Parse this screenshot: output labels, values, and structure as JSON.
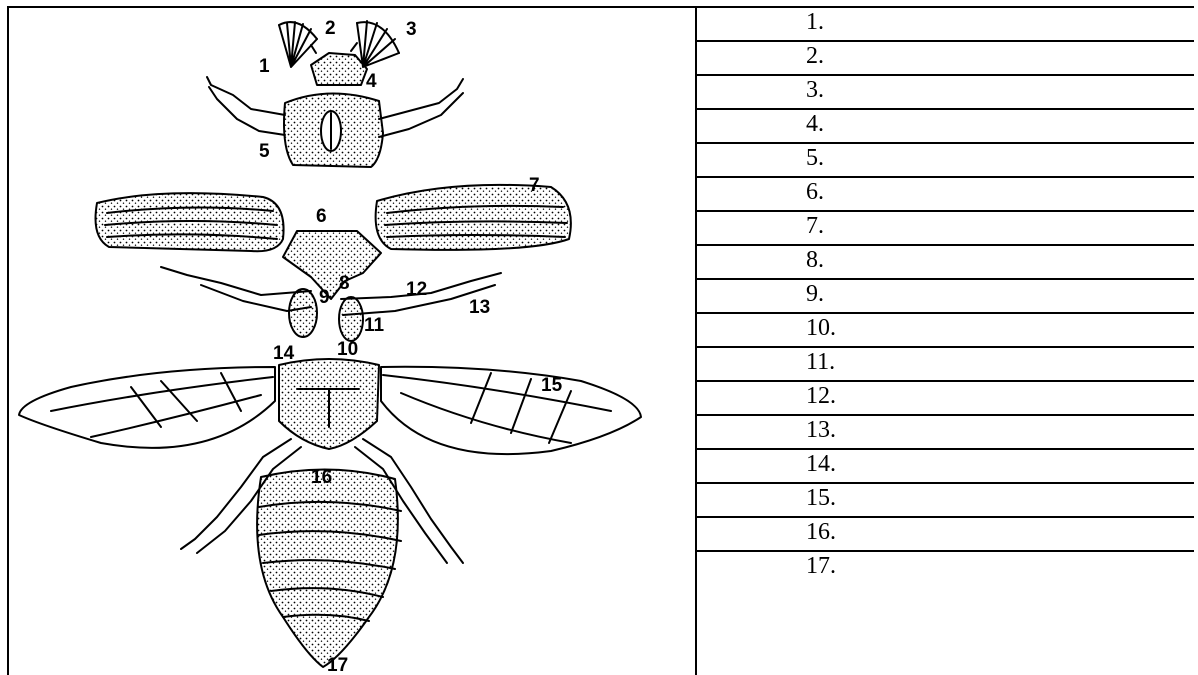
{
  "figure": {
    "icon": "beetle-dissection-icon",
    "labels": [
      "1",
      "2",
      "3",
      "4",
      "5",
      "6",
      "7",
      "8",
      "9",
      "10",
      "11",
      "12",
      "13",
      "14",
      "15",
      "16",
      "17"
    ]
  },
  "answer_rows": [
    "1.",
    "2.",
    "3.",
    "4.",
    "5.",
    "6.",
    "7.",
    "8.",
    "9.",
    "10.",
    "11.",
    "12.",
    "13.",
    "14.",
    "15.",
    "16.",
    "17."
  ]
}
